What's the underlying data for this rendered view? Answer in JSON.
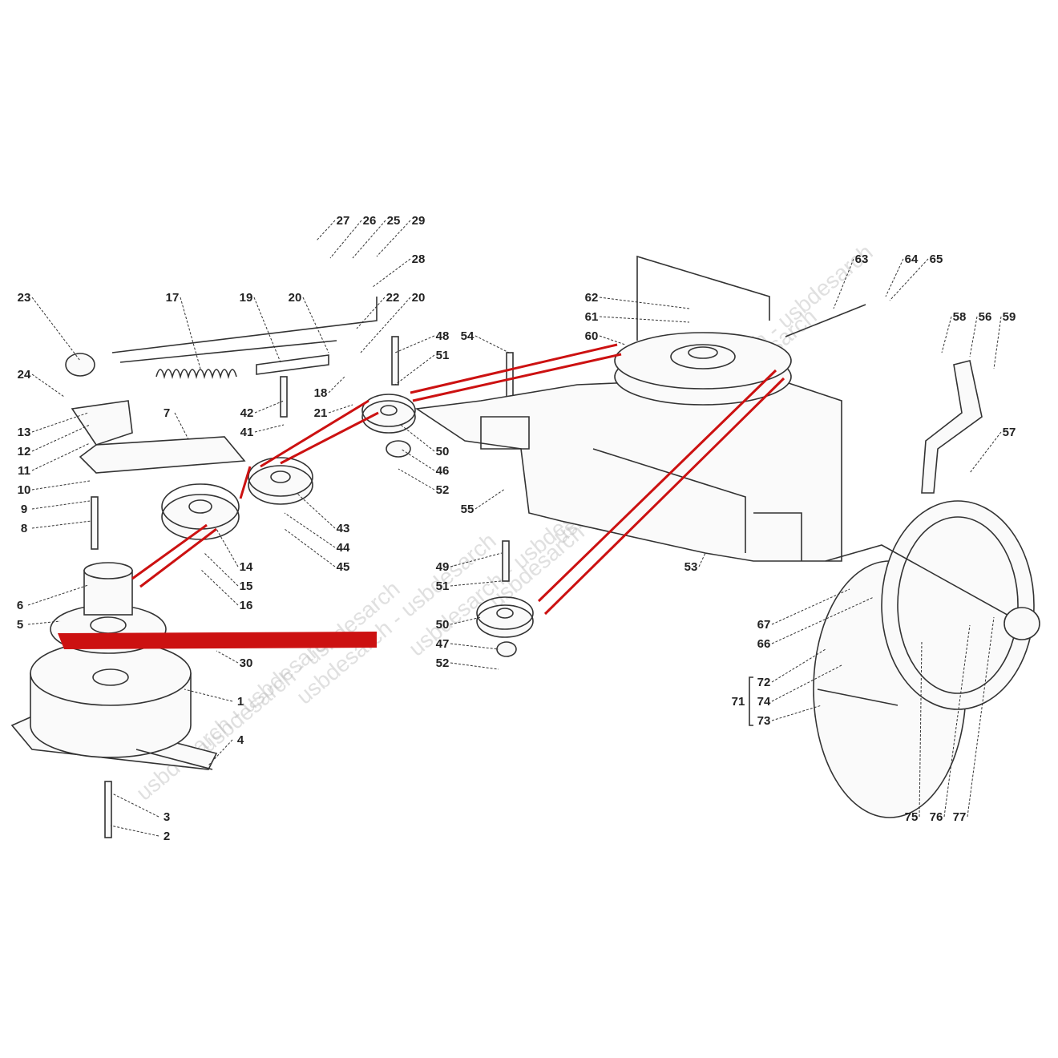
{
  "diagram": {
    "title": "Transmission drive belt exploded parts diagram",
    "watermark": "usbdesarch - usbdesarch",
    "belt_color": "#cc1111",
    "labels": [
      "27",
      "26",
      "25",
      "29",
      "28",
      "23",
      "17",
      "19",
      "20",
      "22",
      "20",
      "48",
      "51",
      "54",
      "24",
      "18",
      "21",
      "42",
      "41",
      "7",
      "13",
      "12",
      "11",
      "10",
      "9",
      "8",
      "50",
      "46",
      "52",
      "55",
      "43",
      "44",
      "45",
      "14",
      "15",
      "16",
      "6",
      "5",
      "30",
      "1",
      "4",
      "3",
      "2",
      "49",
      "51",
      "50",
      "47",
      "52",
      "53",
      "62",
      "61",
      "60",
      "63",
      "64",
      "65",
      "58",
      "56",
      "59",
      "57",
      "67",
      "66",
      "72",
      "71",
      "74",
      "73",
      "75",
      "76",
      "77"
    ]
  }
}
